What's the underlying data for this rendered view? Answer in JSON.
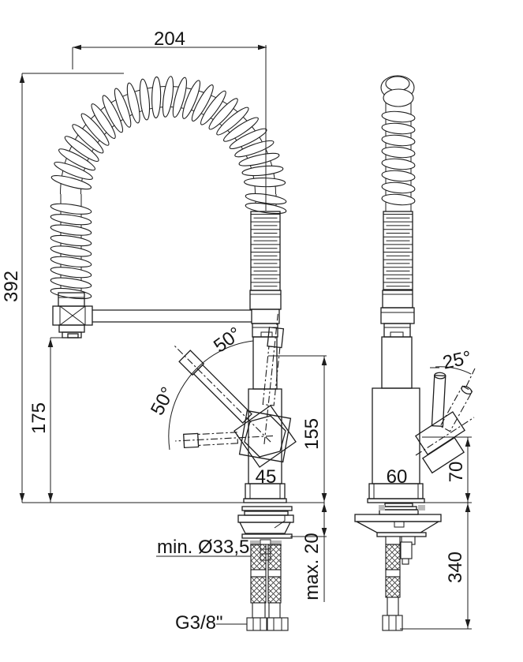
{
  "drawing": {
    "front_view": {
      "hose_arc_width": "204",
      "total_height": "392",
      "spray_outlet_height": "175",
      "spout_height": "155",
      "body_width": "45",
      "handle_swing_upper": "50°",
      "handle_swing_lower": "50°",
      "min_hole_diameter": "min. Ø33,5",
      "max_deck_thickness": "max. 20",
      "supply_thread": "G3/8\""
    },
    "side_view": {
      "body_depth": "60",
      "handle_tilt": "25°",
      "pivot_height": "70",
      "hose_drop_length": "340"
    },
    "colors": {
      "line": "#1d1d1d",
      "background": "#ffffff",
      "shade": "#b9b9b9"
    }
  }
}
